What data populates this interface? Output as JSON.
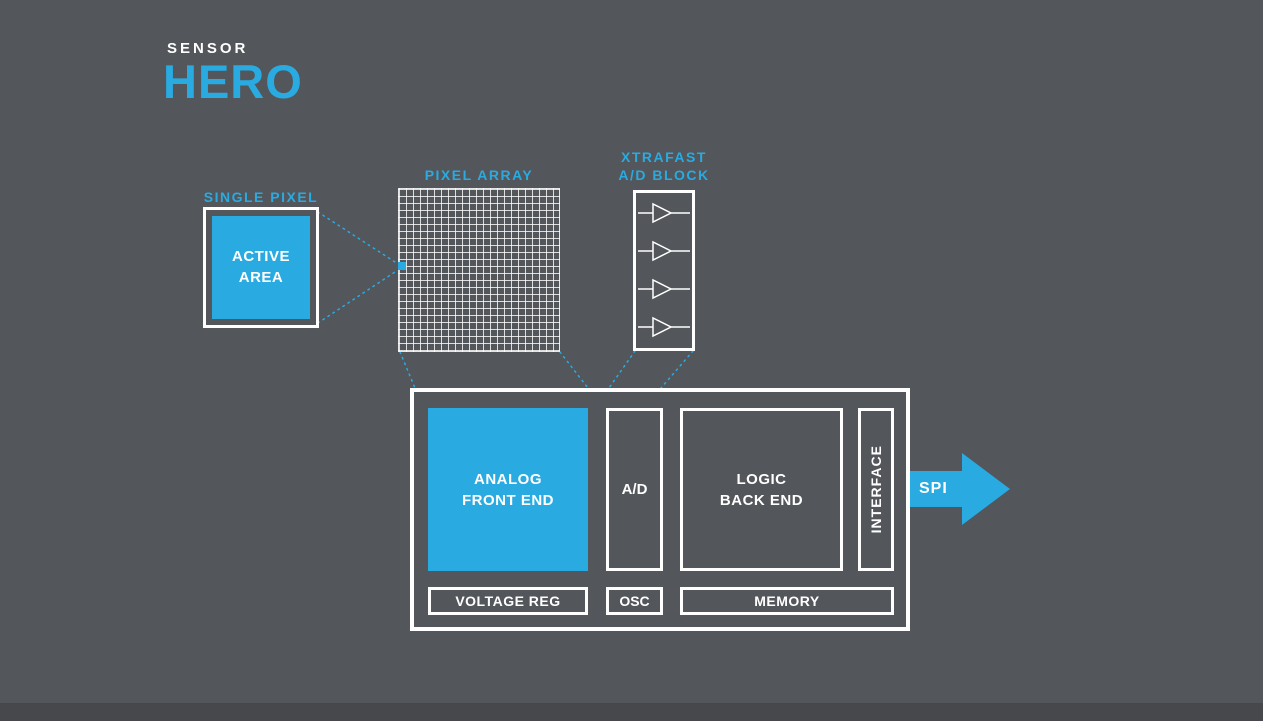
{
  "colors": {
    "background": "#53565a",
    "footer_band": "#46484c",
    "accent": "#29abe2",
    "line": "#ffffff"
  },
  "header": {
    "eyebrow": "SENSOR",
    "title": "HERO"
  },
  "single_pixel": {
    "label": "SINGLE PIXEL",
    "active_area": "ACTIVE\nAREA"
  },
  "pixel_array": {
    "label": "PIXEL ARRAY"
  },
  "ad_block": {
    "label": "XTRAFAST\nA/D BLOCK",
    "amp_count": 4
  },
  "chip": {
    "analog_front_end": "ANALOG\nFRONT END",
    "ad_converter": "A/D",
    "logic_back_end": "LOGIC\nBACK END",
    "interface": "INTERFACE",
    "voltage_reg": "VOLTAGE REG",
    "osc": "OSC",
    "memory": "MEMORY"
  },
  "spi": {
    "label": "SPI"
  }
}
